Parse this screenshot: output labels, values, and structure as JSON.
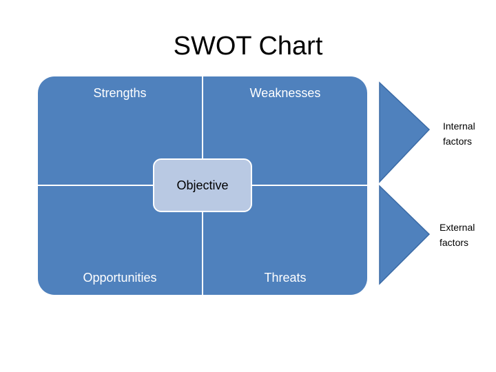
{
  "title": "SWOT Chart",
  "quadrants": {
    "strengths": "Strengths",
    "weaknesses": "Weaknesses",
    "opportunities": "Opportunities",
    "threats": "Threats"
  },
  "objective": "Objective",
  "factors": {
    "internal": [
      "Internal",
      "factors"
    ],
    "external": [
      "External",
      "factors"
    ]
  },
  "colors": {
    "quadrant_fill": "#4f81bd",
    "objective_fill": "#b9c9e3",
    "arrow_fill": "#4f81bd",
    "arrow_stroke": "#3a6aa5"
  }
}
